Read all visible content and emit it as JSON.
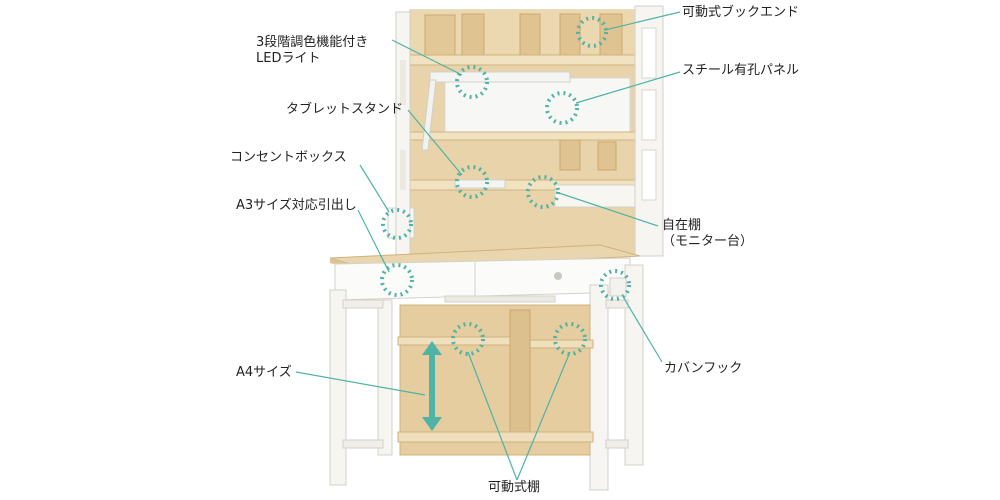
{
  "colors": {
    "wood": "#e6cfa4",
    "wood_dark": "#d7bb88",
    "white_frame": "#f4f3ef",
    "frame_edge": "#d2d0c8",
    "accent_teal": "#4fb3a6",
    "line": "#4fb3a6"
  },
  "labels": {
    "bookend": "可動式ブックエンド",
    "led_light_1": "3段階調色機能付き",
    "led_light_2": "LEDライト",
    "steel_panel": "スチール有孔パネル",
    "tablet_stand": "タブレットスタンド",
    "outlet_box": "コンセントボックス",
    "a3_drawer": "A3サイズ対応引出し",
    "free_shelf_1": "自在棚",
    "free_shelf_2": "（モニター台）",
    "a4_size": "A4サイズ",
    "bag_hook": "カバンフック",
    "movable_shelf": "可動式棚"
  }
}
